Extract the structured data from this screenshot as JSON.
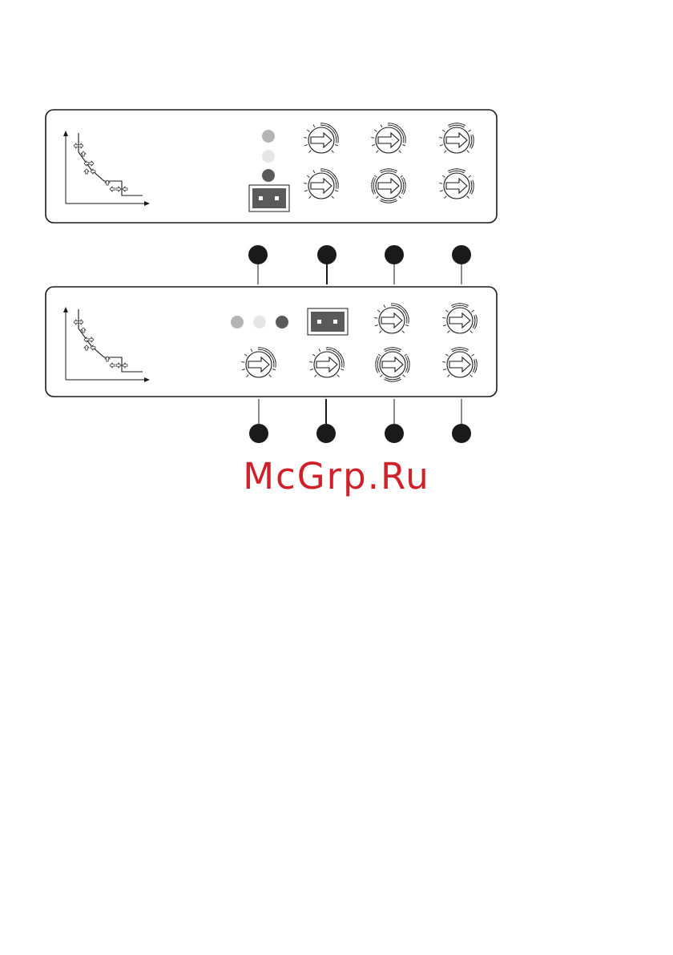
{
  "colors": {
    "outline": "#1a1a1a",
    "led_light": "#b4b4b4",
    "led_pale": "#e6e6e6",
    "led_dark": "#5a5a5a",
    "switch_fill": "#5a5a5a",
    "marker": "#1a1a1a",
    "watermark": "#d0202a"
  },
  "icons": {
    "curve": "stepped-curve-graph-icon",
    "knob": "rotary-knob-icon",
    "led": "indicator-led-icon",
    "switch": "two-position-switch-icon",
    "marker": "callout-marker-icon"
  },
  "panels": [
    {
      "leds": [
        "light",
        "pale",
        "dark"
      ],
      "switch_count": 1,
      "knob_count": 6
    },
    {
      "leds": [
        "light",
        "pale",
        "dark"
      ],
      "switch_count": 1,
      "knob_count": 6
    }
  ],
  "callout_markers": 8,
  "watermark": {
    "text": "McGrp.Ru"
  }
}
